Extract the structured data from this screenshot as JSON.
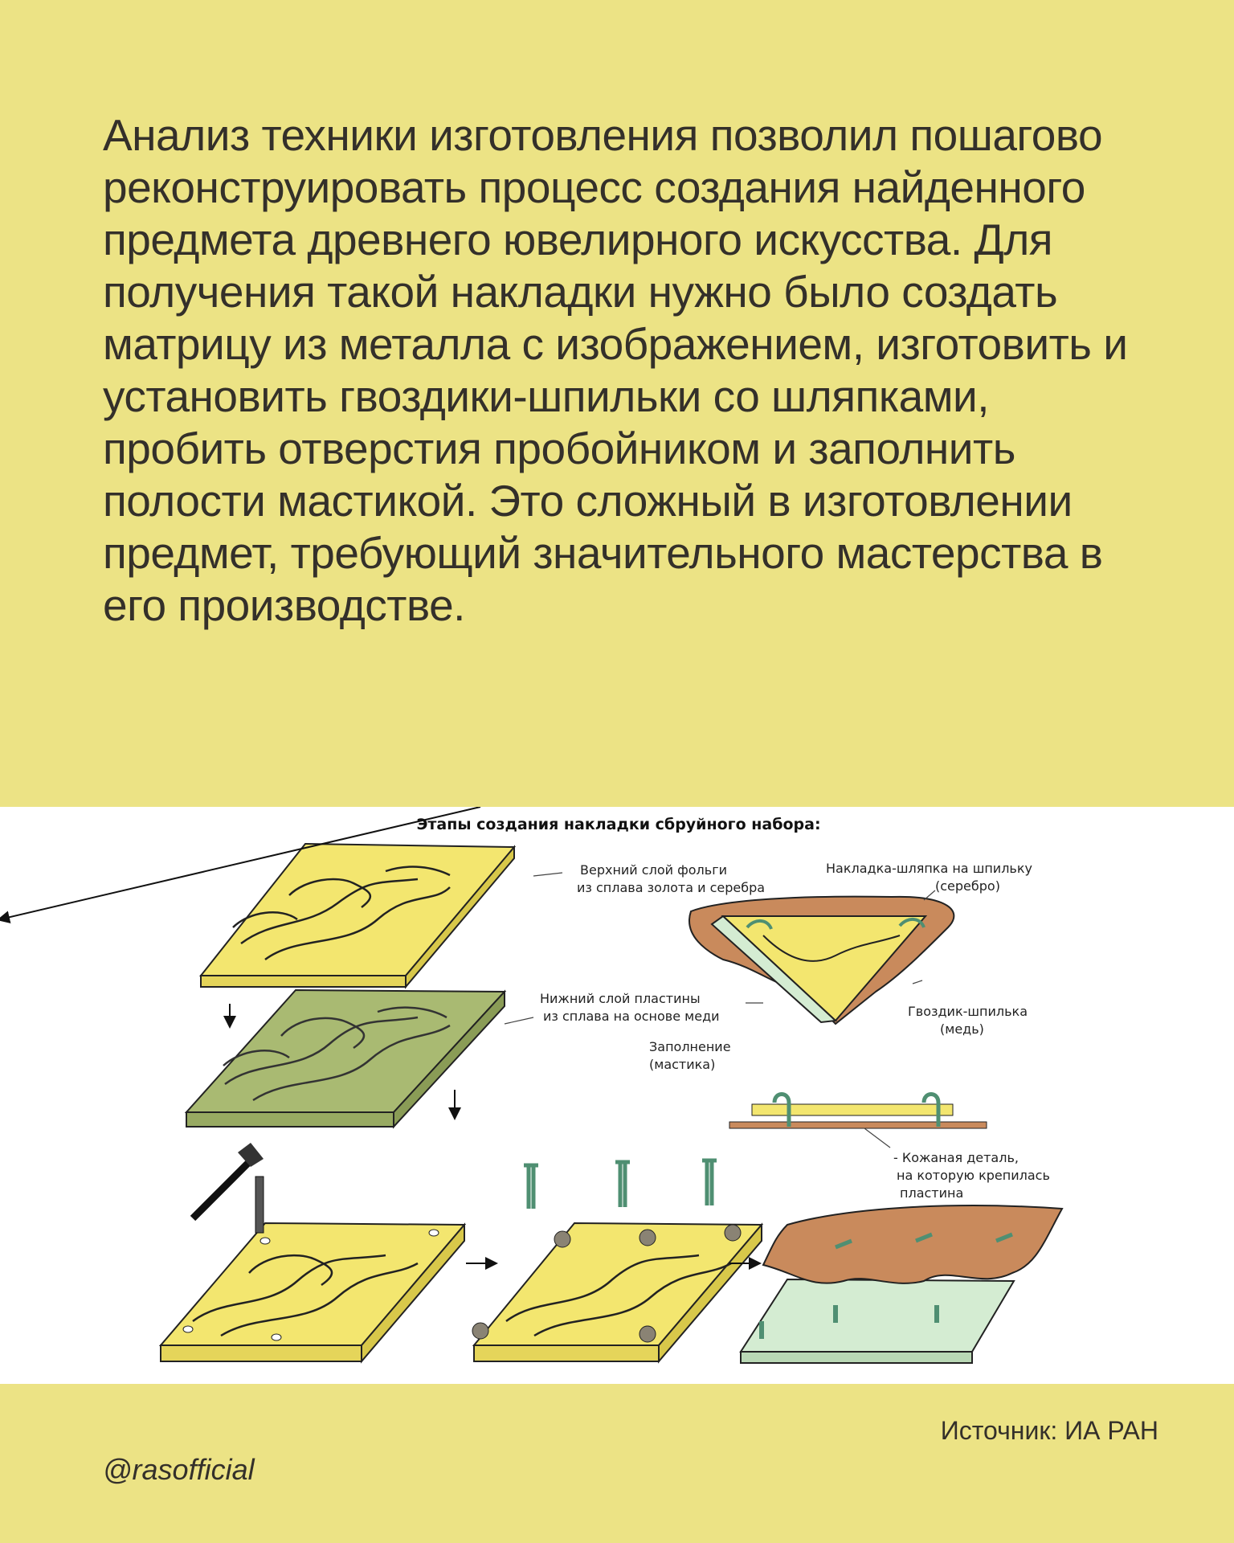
{
  "intro_text": "Анализ техники изготовления позволил пошагово реконструировать процесс создания найденного предмета древнего ювелирного искусства. Для получения такой накладки нужно было создать матрицу из металла с изображением, изготовить и установить гвоздики-шпильки со шляпками, пробить отверстия пробойником и заполнить полости мастикой. Это сложный в изготовлении предмет, требующий значительного мастерства в его производстве.",
  "figure": {
    "title": "Этапы создания накладки сбруйного набора:",
    "labels": {
      "top_foil_1": "Верхний слой фольги",
      "top_foil_2": "из сплава золота и серебра",
      "cap_1": "Накладка-шляпка на шпильку",
      "cap_2": "(серебро)",
      "bottom_plate_1": "Нижний слой пластины",
      "bottom_plate_2": "из сплава на основе меди",
      "nail_1": "Гвоздик-шпилька",
      "nail_2": "(медь)",
      "filling_1": "Заполнение",
      "filling_2": "(мастика)",
      "leather_1": "- Кожаная деталь,",
      "leather_2": "на которую крепилась",
      "leather_3": "пластина"
    },
    "colors": {
      "gold": "#f3e66f",
      "gold_edge": "#d8c84a",
      "bronze_green": "#a9ba72",
      "leather": "#c98a5c",
      "mint": "#d4ecd2",
      "nail": "#4f8f72"
    }
  },
  "source": "Источник: ИА РАН",
  "handle": "@rasofficial"
}
